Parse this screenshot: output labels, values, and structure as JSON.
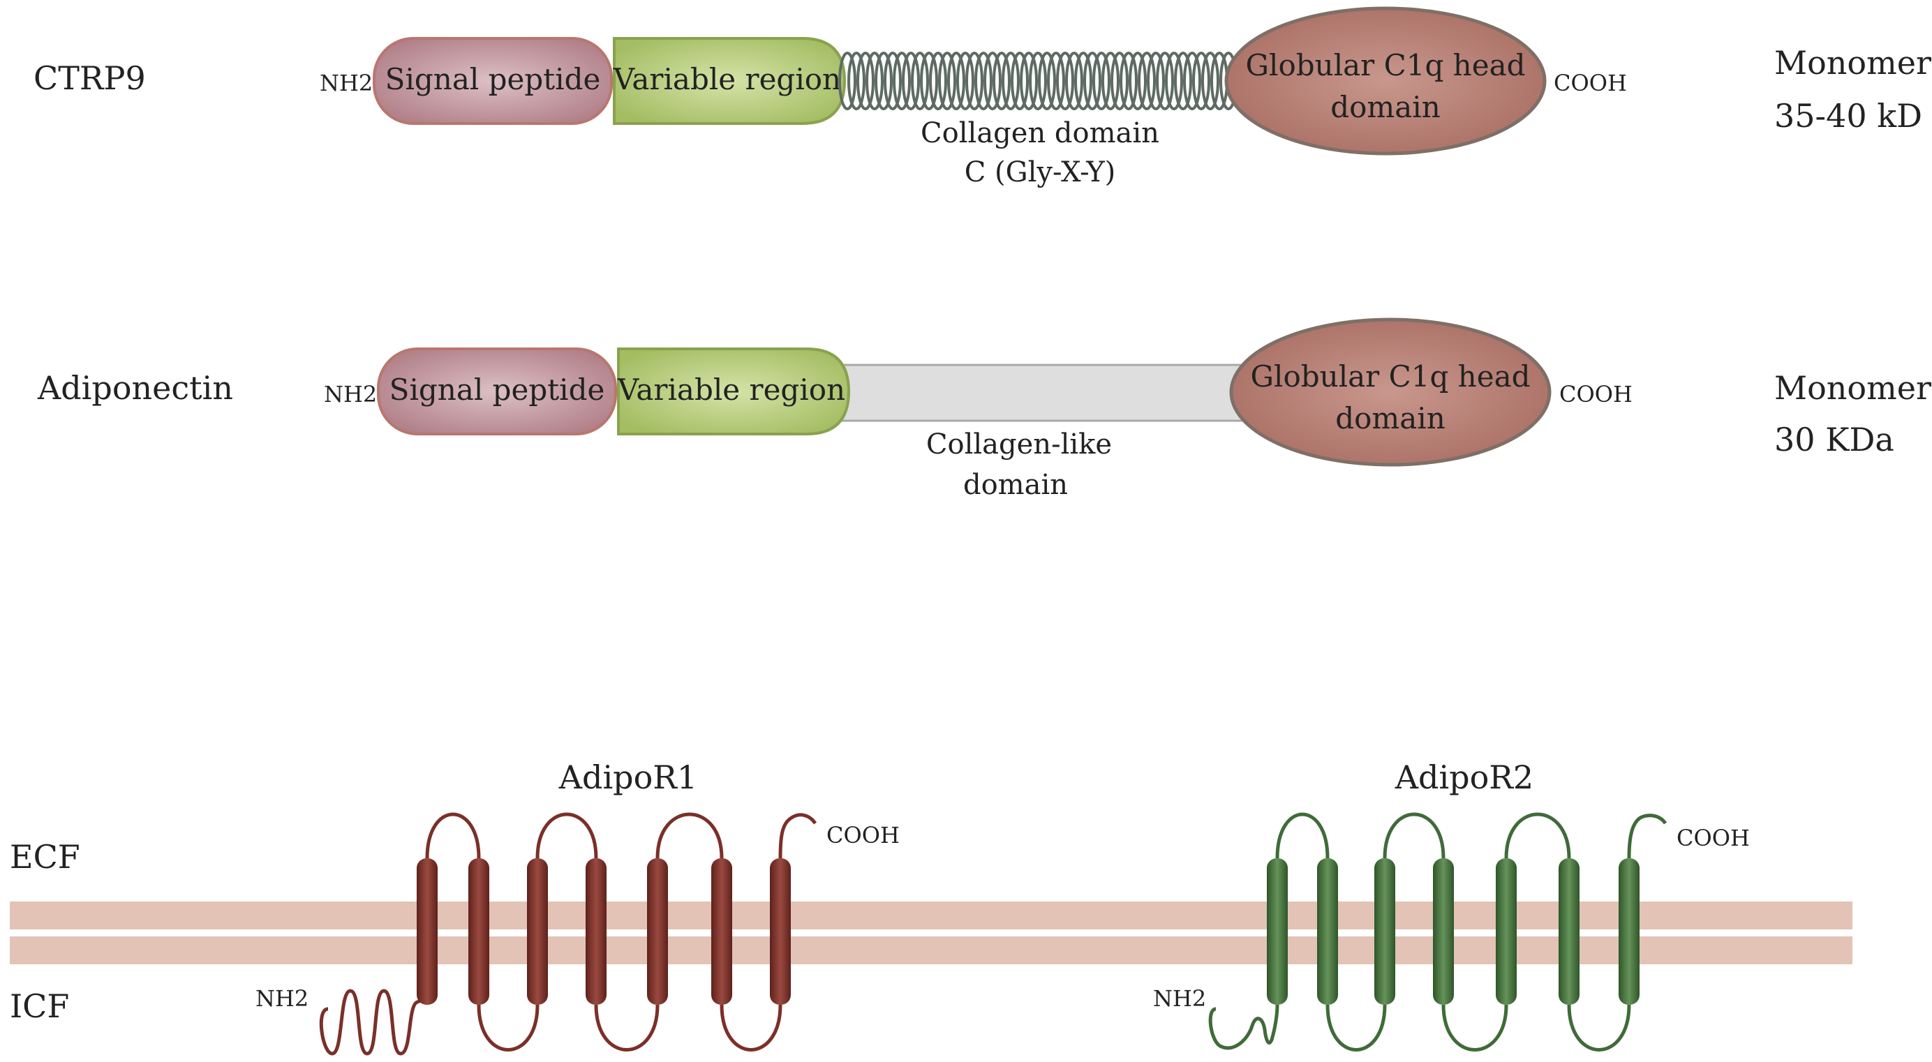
{
  "ctrp9": {
    "name": "CTRP9",
    "n_terminus": "NH2",
    "signal_peptide": "Signal peptide",
    "variable_region": "Variable region",
    "collagen_line1": "Collagen domain",
    "collagen_line2": "C (Gly-X-Y)",
    "globular_line1": "Globular C1q head",
    "globular_line2": "domain",
    "c_terminus": "COOH",
    "size_line1": "Monomer",
    "size_line2": "35-40 kD"
  },
  "adiponectin": {
    "name": "Adiponectin",
    "n_terminus": "NH2",
    "signal_peptide": "Signal peptide",
    "variable_region": "Variable region",
    "collagen_line1": "Collagen-like",
    "collagen_line2": "domain",
    "globular_line1": "Globular C1q head",
    "globular_line2": "domain",
    "c_terminus": "COOH",
    "size_line1": "Monomer",
    "size_line2": "30 KDa"
  },
  "membrane": {
    "ecf": "ECF",
    "icf": "ICF"
  },
  "adipor1": {
    "name": "AdipoR1",
    "n_terminus": "NH2",
    "c_terminus": "COOH"
  },
  "adipor2": {
    "name": "AdipoR2",
    "n_terminus": "NH2",
    "c_terminus": "COOH"
  },
  "colors": {
    "signal_peptide": "#c4949e",
    "variable_region": "#b5cc7a",
    "globular": "#b98075",
    "collagen_coil": "#5d6b64",
    "collagen_bar": "#dcdcdc",
    "membrane": "#e2c3b6",
    "adipor1": "#7a3028",
    "adipor2": "#3f6b38"
  }
}
